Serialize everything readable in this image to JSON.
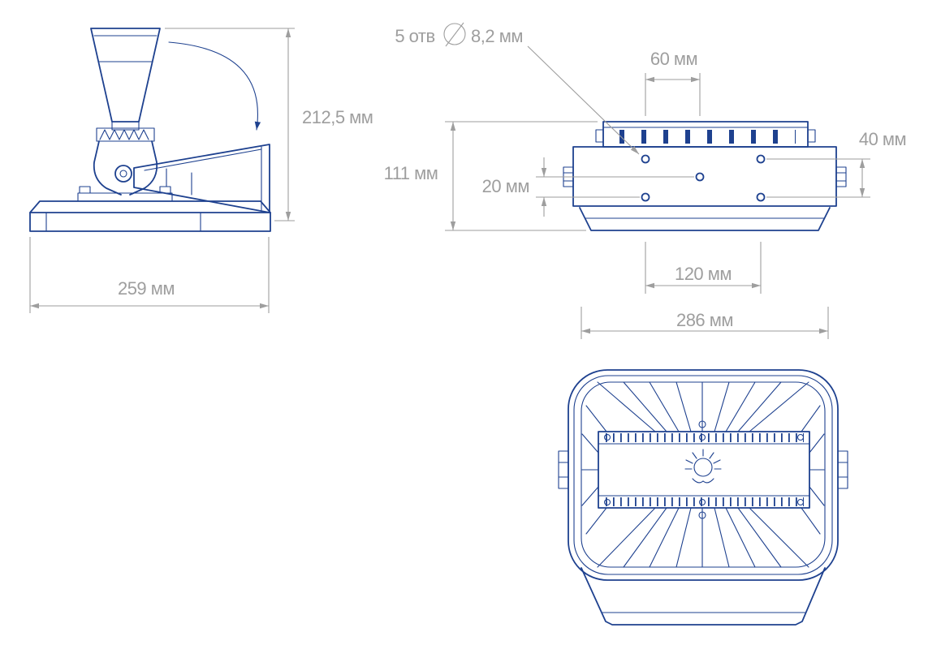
{
  "drawing": {
    "type": "technical-dimension-drawing",
    "subject": "floodlight luminaire with mounting bracket, three orthographic views",
    "colors": {
      "line": "#1e418f",
      "dimension": "#9e9e9e",
      "background": "#ffffff"
    },
    "icons": {
      "diameter_symbol": "circle-with-slash (∅)",
      "lamp_logo": "lamp-with-rays",
      "rotation": "curved-arrow"
    },
    "views": {
      "side_view": {
        "height": "212,5 мм",
        "width": "259 мм"
      },
      "top_view": {
        "holes_note_count": "5 отв",
        "holes_note_diameter": "8,2 мм",
        "hole_spacing_60": "60 мм",
        "hole_spacing_40": "40 мм",
        "body_height_111": "111 мм",
        "hole_offset_20": "20 мм",
        "hole_spacing_120": "120 мм",
        "body_width_286": "286 мм"
      }
    }
  }
}
